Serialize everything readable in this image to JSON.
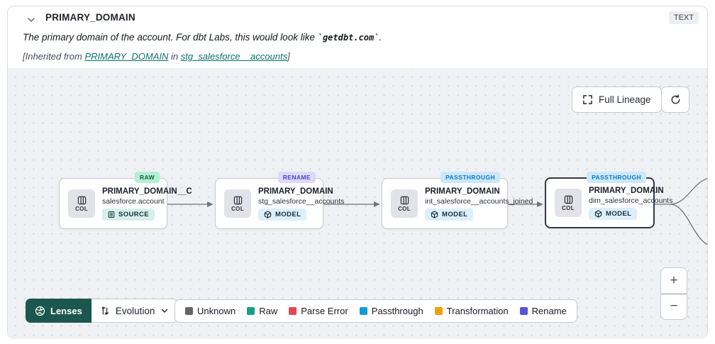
{
  "header": {
    "title": "PRIMARY_DOMAIN",
    "type_badge": "TEXT",
    "description_prefix": "The primary domain of the account. For dbt Labs, this would look like ",
    "description_code": "`getdbt.com`",
    "description_suffix": ".",
    "inherited_prefix": "[Inherited from ",
    "inherited_column_link": "PRIMARY_DOMAIN",
    "inherited_middle": " in ",
    "inherited_model_link": "stg_salesforce__accounts",
    "inherited_suffix": "]"
  },
  "toolbar": {
    "full_lineage_label": "Full Lineage"
  },
  "canvas": {
    "nodes": [
      {
        "title": "PRIMARY_DOMAIN__C",
        "subtitle": "salesforce.account",
        "resource_type": "SOURCE",
        "status_badge": "RAW",
        "col_label": "COL",
        "selected": false
      },
      {
        "title": "PRIMARY_DOMAIN",
        "subtitle": "stg_salesforce__accounts",
        "resource_type": "MODEL",
        "status_badge": "RENAME",
        "col_label": "COL",
        "selected": false
      },
      {
        "title": "PRIMARY_DOMAIN",
        "subtitle": "int_salesforce__accounts_joined",
        "resource_type": "MODEL",
        "status_badge": "PASSTHROUGH",
        "col_label": "COL",
        "selected": false
      },
      {
        "title": "PRIMARY_DOMAIN",
        "subtitle": "dim_salesforce_accounts",
        "resource_type": "MODEL",
        "status_badge": "PASSTHROUGH",
        "col_label": "COL",
        "selected": true
      }
    ]
  },
  "footer": {
    "lenses_label": "Lenses",
    "lens_selected": "Evolution",
    "legend": {
      "items": [
        {
          "label": "Unknown",
          "color": "#63666b"
        },
        {
          "label": "Raw",
          "color": "#17a287"
        },
        {
          "label": "Parse Error",
          "color": "#e5484d"
        },
        {
          "label": "Passthrough",
          "color": "#1699d3"
        },
        {
          "label": "Transformation",
          "color": "#f0a000"
        },
        {
          "label": "Rename",
          "color": "#5a55d2"
        }
      ]
    }
  },
  "zoom_controls": {
    "zoom_in": "+",
    "zoom_out": "−"
  },
  "colors": {
    "accent_teal": "#0d7268",
    "lenses_green": "#1b574f",
    "canvas_bg": "#f0f1f4",
    "selected_node_border": "#333b47"
  }
}
